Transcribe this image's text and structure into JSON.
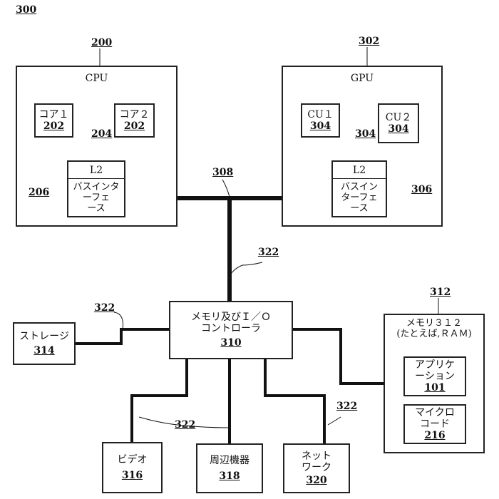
{
  "figure_ref": "300",
  "cpu": {
    "ref": "200",
    "label": "CPU",
    "core1": {
      "label": "コア１",
      "num": "202"
    },
    "core2": {
      "label": "コア２",
      "num": "202"
    },
    "l2": "L2",
    "l2_ref": "204",
    "bus_if": "バスインタ\nーフェ\nース",
    "bus_if_ref": "206"
  },
  "gpu": {
    "ref": "302",
    "label": "GPU",
    "cu1": {
      "label": "CU１",
      "num": "304"
    },
    "cu2": {
      "label": "CU２",
      "num": "304"
    },
    "l2": "L2",
    "l2_ref": "304",
    "bus_if": "バスイン\nターフェ\nース",
    "bus_if_ref": "306"
  },
  "bus_ref": "308",
  "link_ref": "322",
  "memctl": {
    "label": "メモリ及びＩ／Ｏ\nコントローラ",
    "num": "310"
  },
  "storage": {
    "label": "ストレージ",
    "num": "314"
  },
  "memory": {
    "ref": "312",
    "label": "メモリ３１２\n(たとえば,ＲＡＭ)",
    "app": {
      "label": "アプリケ\nーション",
      "num": "101"
    },
    "microcode": {
      "label": "マイクロ\nコード",
      "num": "216"
    }
  },
  "video": {
    "label": "ビデオ",
    "num": "316"
  },
  "peripheral": {
    "label": "周辺機器",
    "num": "318"
  },
  "network": {
    "label": "ネット\nワーク",
    "num": "320"
  }
}
